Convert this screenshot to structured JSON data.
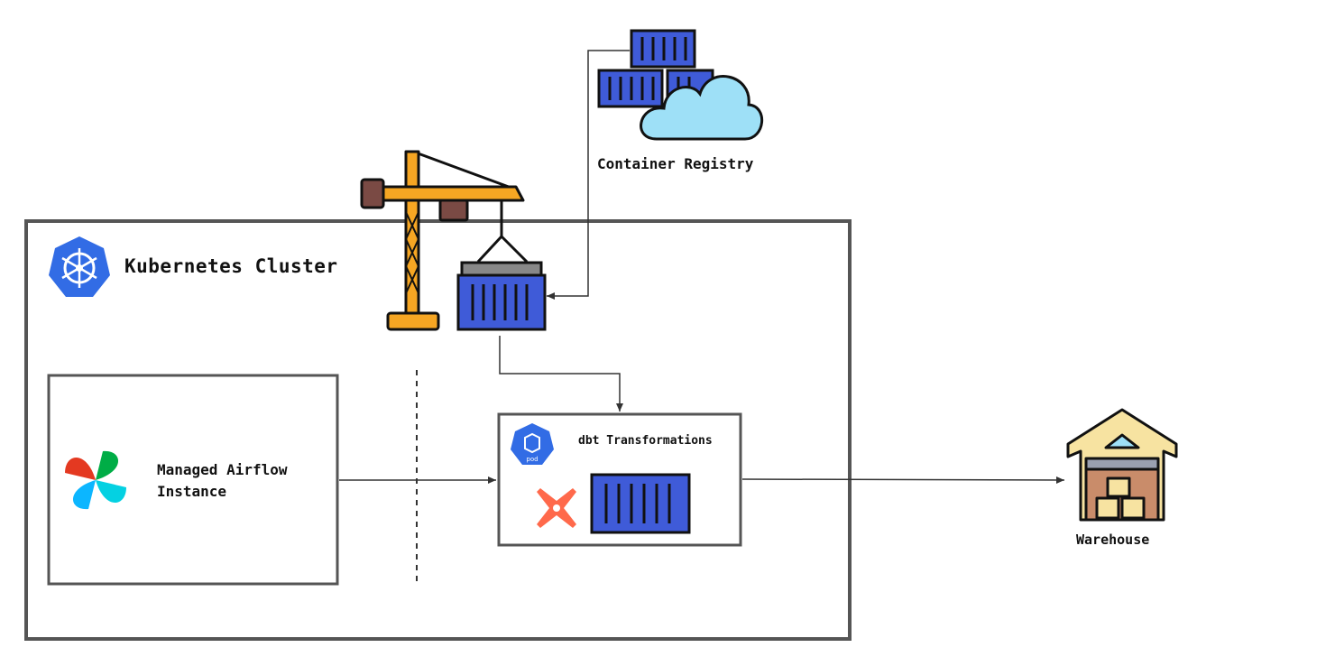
{
  "cluster": {
    "title": "Kubernetes Cluster"
  },
  "registry": {
    "title": "Container Registry"
  },
  "airflow": {
    "title": "Managed Airflow\nInstance"
  },
  "dbt": {
    "title": "dbt Transformations",
    "pod_icon_text": "pod"
  },
  "warehouse": {
    "title": "Warehouse"
  },
  "icons": {
    "kubernetes": "kubernetes-helm-icon",
    "crane": "crane-icon",
    "registry": "container-stack-cloud-icon",
    "airflow": "airflow-pinwheel-icon",
    "pod": "kubernetes-pod-icon",
    "dbt": "dbt-logo-icon",
    "container": "shipping-container-icon",
    "warehouse": "warehouse-icon"
  },
  "colors": {
    "container_blue": "#3f5bd8",
    "cloud_blue": "#9ee0f7",
    "crane_orange": "#f6a623",
    "k8s_blue": "#326ce5",
    "dbt_orange": "#ff694b",
    "box_border": "#555555"
  }
}
